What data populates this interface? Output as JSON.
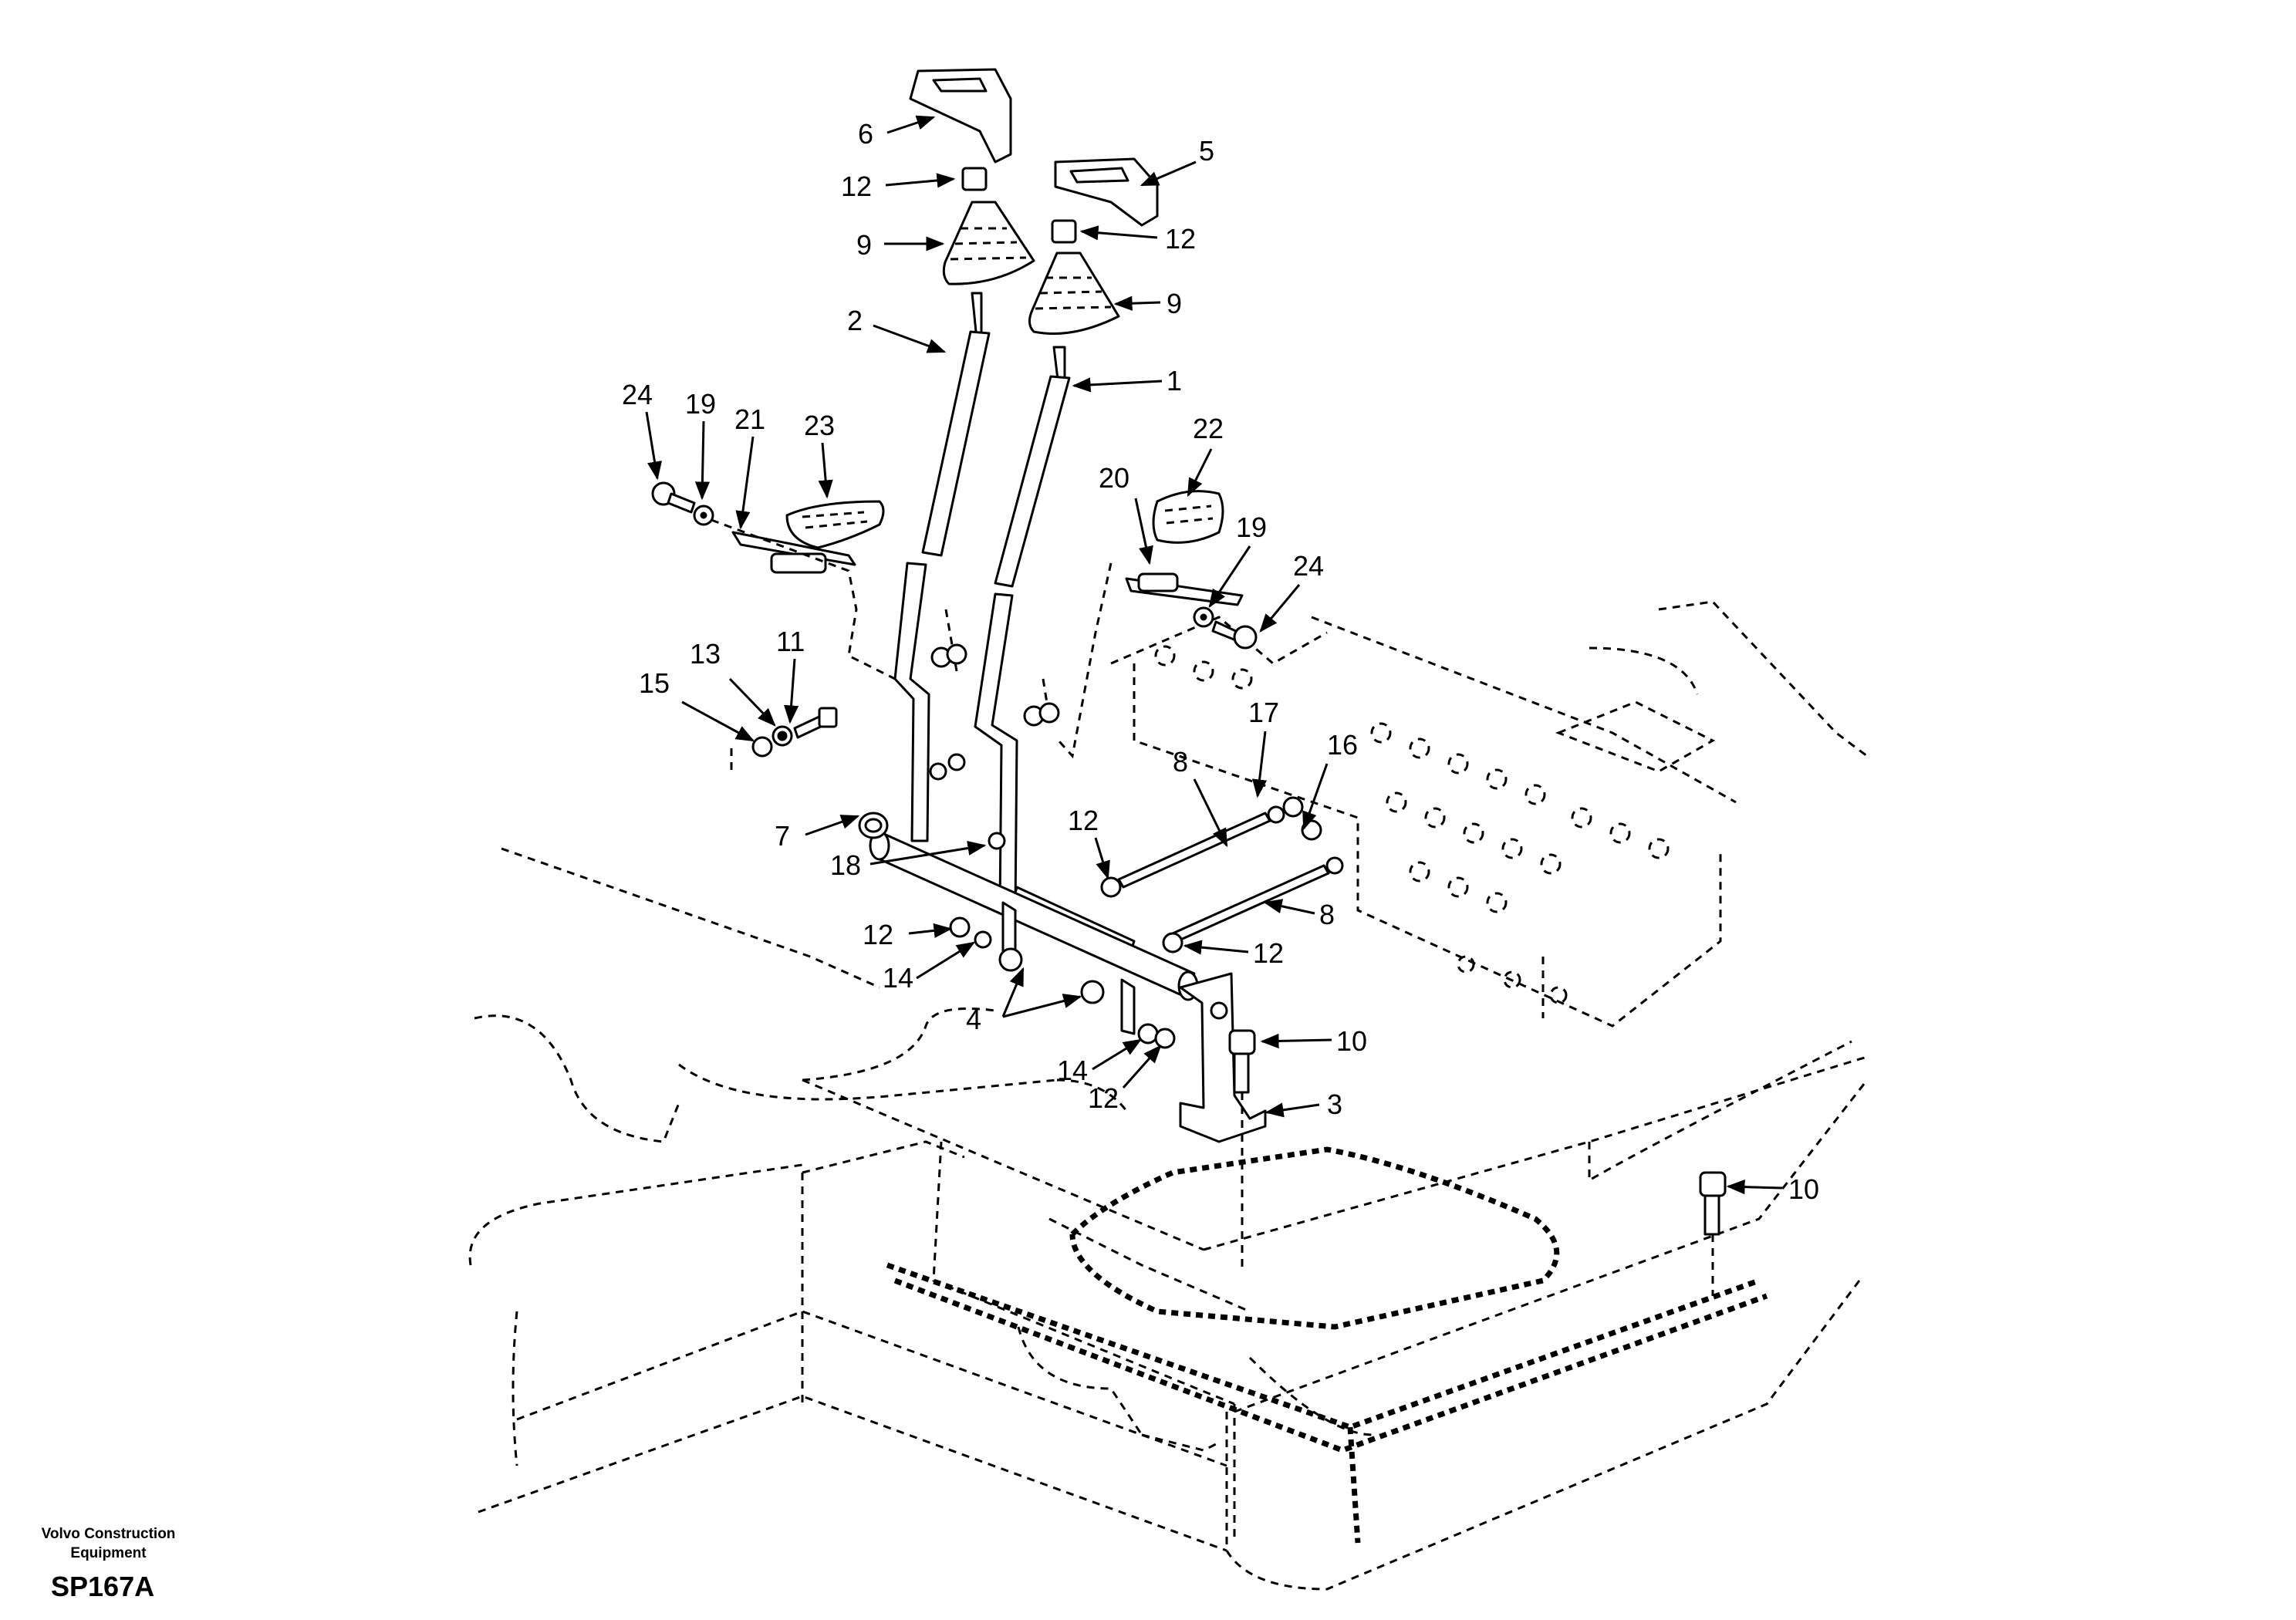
{
  "diagram": {
    "company": "Volvo Construction Equipment",
    "drawing_code": "SP167A",
    "callouts": [
      {
        "id": "c6",
        "label": "6"
      },
      {
        "id": "c5",
        "label": "5"
      },
      {
        "id": "c12a",
        "label": "12"
      },
      {
        "id": "c12b",
        "label": "12"
      },
      {
        "id": "c9a",
        "label": "9"
      },
      {
        "id": "c9b",
        "label": "9"
      },
      {
        "id": "c2",
        "label": "2"
      },
      {
        "id": "c1",
        "label": "1"
      },
      {
        "id": "c24a",
        "label": "24"
      },
      {
        "id": "c19a",
        "label": "19"
      },
      {
        "id": "c21",
        "label": "21"
      },
      {
        "id": "c23",
        "label": "23"
      },
      {
        "id": "c22",
        "label": "22"
      },
      {
        "id": "c20",
        "label": "20"
      },
      {
        "id": "c19b",
        "label": "19"
      },
      {
        "id": "c24b",
        "label": "24"
      },
      {
        "id": "c11",
        "label": "11"
      },
      {
        "id": "c13",
        "label": "13"
      },
      {
        "id": "c15",
        "label": "15"
      },
      {
        "id": "c17",
        "label": "17"
      },
      {
        "id": "c16",
        "label": "16"
      },
      {
        "id": "c8a",
        "label": "8"
      },
      {
        "id": "c7",
        "label": "7"
      },
      {
        "id": "c18",
        "label": "18"
      },
      {
        "id": "c12c",
        "label": "12"
      },
      {
        "id": "c8b",
        "label": "8"
      },
      {
        "id": "c12d",
        "label": "12"
      },
      {
        "id": "c12e",
        "label": "12"
      },
      {
        "id": "c14a",
        "label": "14"
      },
      {
        "id": "c4",
        "label": "4"
      },
      {
        "id": "c10a",
        "label": "10"
      },
      {
        "id": "c14b",
        "label": "14"
      },
      {
        "id": "c12f",
        "label": "12"
      },
      {
        "id": "c3",
        "label": "3"
      },
      {
        "id": "c10b",
        "label": "10"
      }
    ]
  }
}
